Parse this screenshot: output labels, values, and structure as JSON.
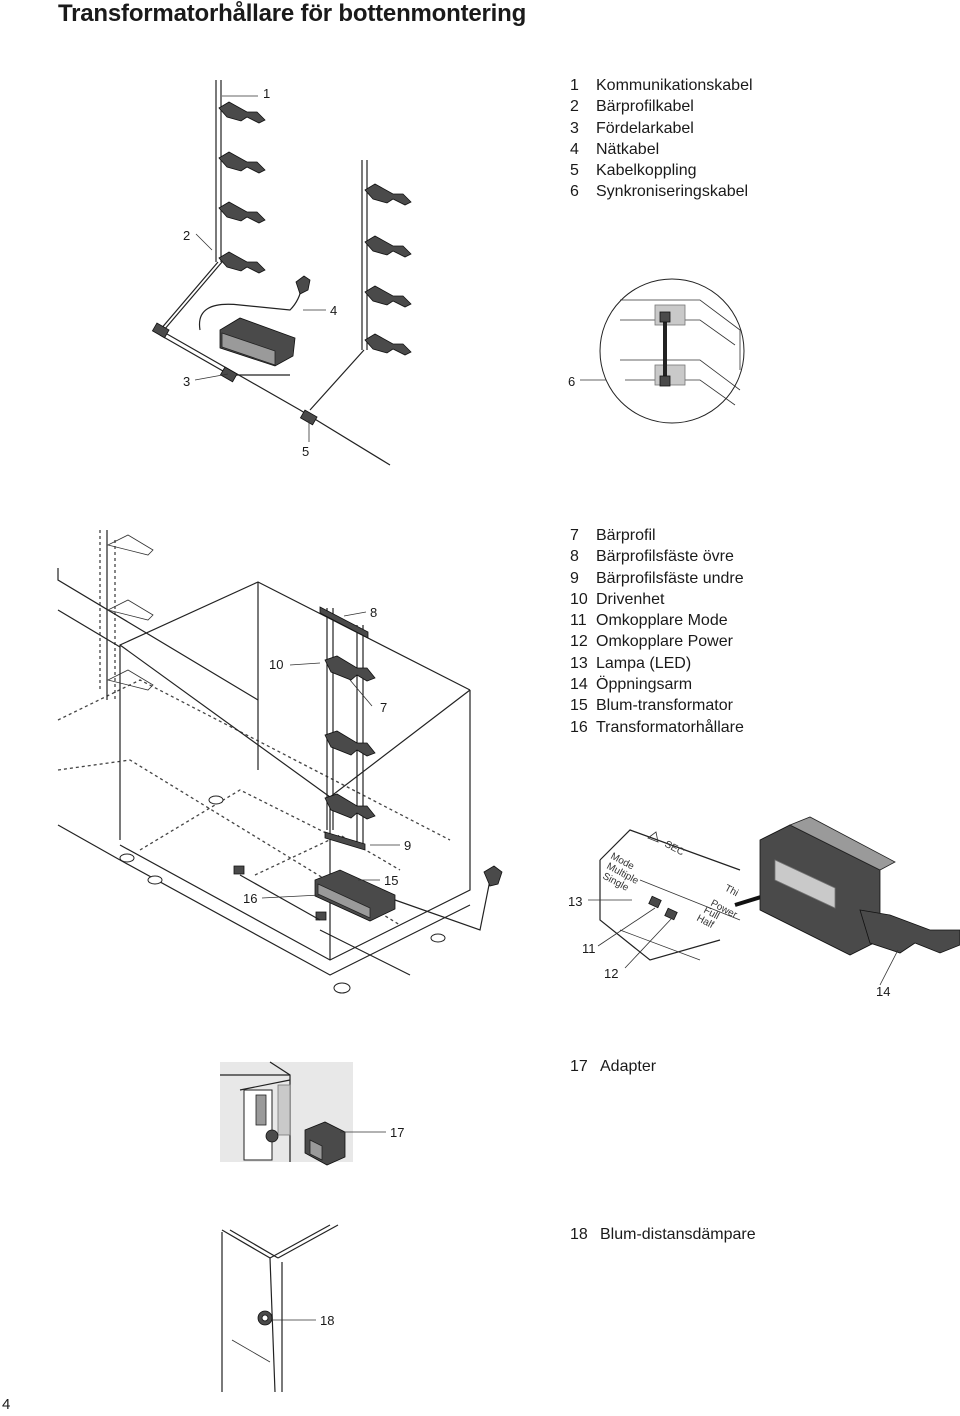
{
  "page_title": "Transformatorhållare för bottenmontering",
  "legend_top": [
    {
      "num": "1",
      "label": "Kommunikationskabel"
    },
    {
      "num": "2",
      "label": "Bärprofilkabel"
    },
    {
      "num": "3",
      "label": "Fördelarkabel"
    },
    {
      "num": "4",
      "label": "Nätkabel"
    },
    {
      "num": "5",
      "label": "Kabelkoppling"
    },
    {
      "num": "6",
      "label": "Synkroniseringskabel"
    }
  ],
  "legend_middle": [
    {
      "num": "7",
      "label": "Bärprofil"
    },
    {
      "num": "8",
      "label": "Bärprofilsfäste övre"
    },
    {
      "num": "9",
      "label": "Bärprofilsfäste undre"
    },
    {
      "num": "10",
      "label": "Drivenhet"
    },
    {
      "num": "11",
      "label": "Omkopplare Mode"
    },
    {
      "num": "12",
      "label": "Omkopplare Power"
    },
    {
      "num": "13",
      "label": "Lampa (LED)"
    },
    {
      "num": "14",
      "label": "Öppningsarm"
    },
    {
      "num": "15",
      "label": "Blum-transformator"
    },
    {
      "num": "16",
      "label": "Transformatorhållare"
    }
  ],
  "adapter_caption": {
    "num": "17",
    "label": "Adapter"
  },
  "damper_caption": {
    "num": "18",
    "label": "Blum-distansdämpare"
  },
  "callouts": {
    "c1": "1",
    "c2": "2",
    "c3": "3",
    "c4": "4",
    "c5": "5",
    "c6": "6",
    "c7": "7",
    "c8": "8",
    "c9": "9",
    "c10": "10",
    "c11": "11",
    "c12": "12",
    "c13": "13",
    "c14": "14",
    "c15": "15",
    "c16": "16",
    "c17": "17",
    "c18": "18"
  },
  "device_labels": {
    "mode": "Mode",
    "multiple": "Multiple",
    "single": "Single",
    "sec": "SEC",
    "thi": "Thi",
    "power": "Power",
    "full": "Full",
    "half": "Half"
  },
  "page_number": "4"
}
